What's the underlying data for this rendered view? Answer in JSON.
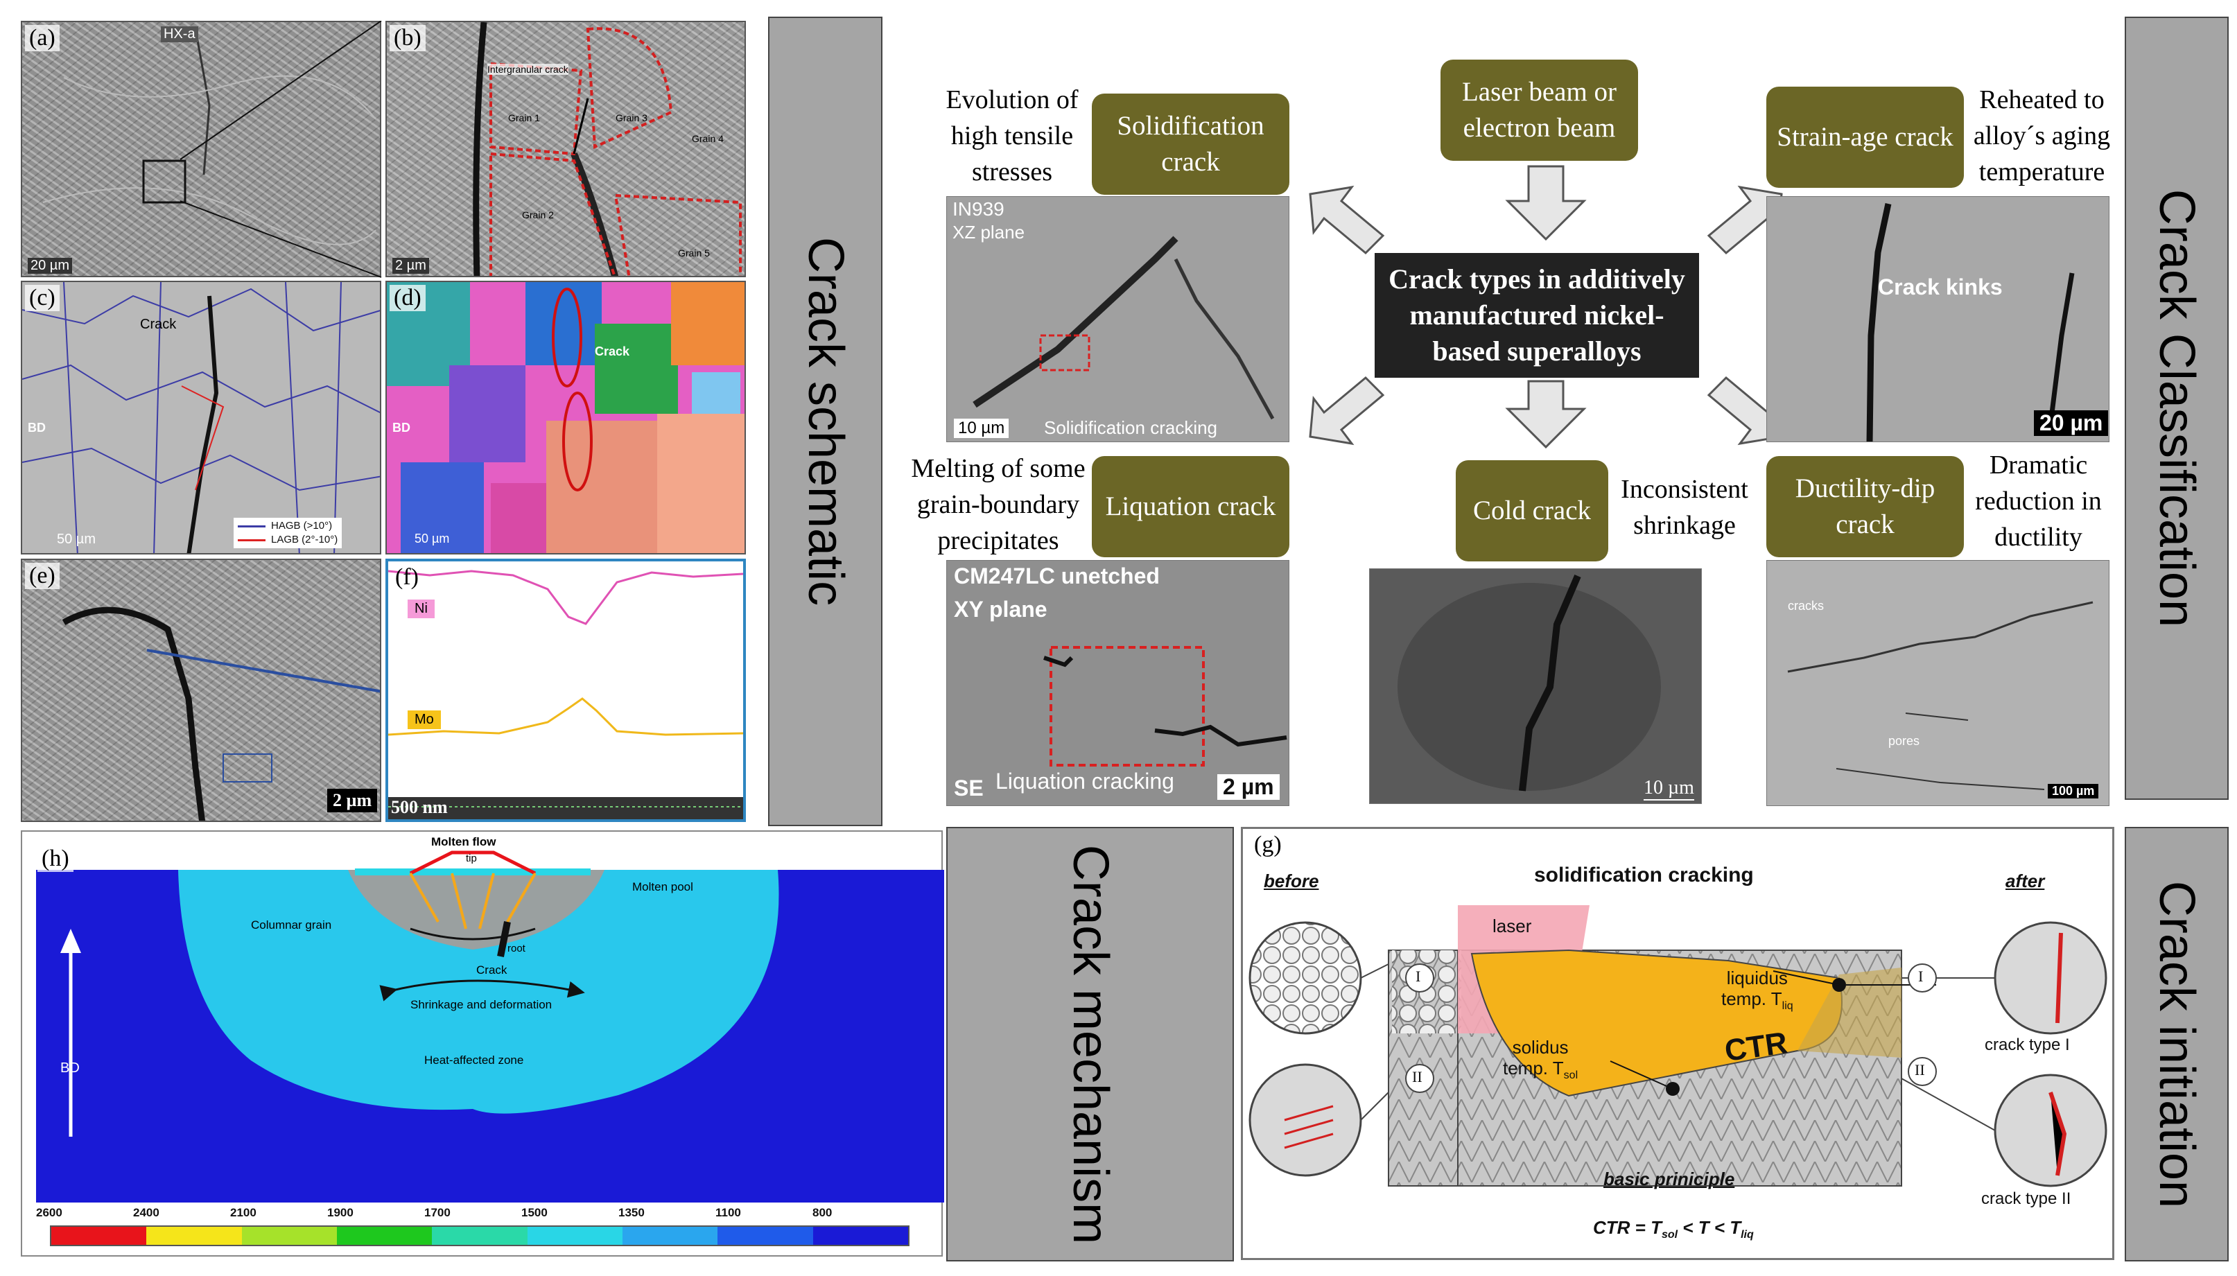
{
  "sidebars": {
    "crack_schematic": "Crack schematic",
    "crack_classification": "Crack Classification",
    "crack_mechanism": "Crack mechanism",
    "crack_initiation": "Crack initiation"
  },
  "panel_a": {
    "label": "(a)",
    "tag": "HX-a",
    "scale": "20 µm"
  },
  "panel_b": {
    "label": "(b)",
    "scale": "2 µm",
    "intergranular": "Intergranular crack",
    "grains": [
      "Grain 1",
      "Grain 2",
      "Grain 3",
      "Grain 4",
      "Grain 5"
    ]
  },
  "panel_c": {
    "label": "(c)",
    "crack": "Crack",
    "bd": "BD",
    "scale": "50 µm",
    "legend": [
      "HAGB (>10°)",
      "LAGB (2°-10°)"
    ]
  },
  "panel_d": {
    "label": "(d)",
    "crack": "Crack",
    "bd": "BD",
    "scale": "50 µm"
  },
  "panel_e": {
    "label": "(e)",
    "scale": "2 µm"
  },
  "panel_f": {
    "label": "(f)",
    "ni": "Ni",
    "mo": "Mo",
    "scale": "500 nm"
  },
  "center": {
    "laser": "Laser beam or electron beam",
    "core": "Crack types in additively manufactured nickel-based superalloys",
    "solidification": "Solidification crack",
    "solidification_note": "Evolution of high tensile stresses",
    "strainage": "Strain-age crack",
    "strainage_note": "Reheated to alloy´s aging temperature",
    "liquation": "Liquation crack",
    "liquation_note": "Melting of some grain-boundary precipitates",
    "cold": "Cold crack",
    "cold_note": "Inconsistent shrinkage",
    "ductility": "Ductility-dip crack",
    "ductility_note": "Dramatic reduction in ductility"
  },
  "img_solid": {
    "t1": "IN939",
    "t2": "XZ plane",
    "scale": "10 µm",
    "caption": "Solidification cracking"
  },
  "img_strain": {
    "kinks": "Crack kinks",
    "scale": "20 µm"
  },
  "img_liquation": {
    "t1": "CM247LC unetched",
    "t2": "XY plane",
    "se": "SE",
    "caption": "Liquation cracking",
    "scale": "2 µm"
  },
  "img_cold": {
    "scale": "10 µm"
  },
  "img_ductility": {
    "cracks": "cracks",
    "pores": "pores",
    "scale": "100 µm"
  },
  "panel_h": {
    "label": "(h)",
    "molten_flow": "Molten flow",
    "tip": "tip",
    "molten_pool": "Molten pool",
    "columnar": "Columnar grain",
    "root": "root",
    "crack": "Crack",
    "shrinkage": "Shrinkage and deformation",
    "haz": "Heat-affected zone",
    "bd": "BD",
    "ticks": [
      "2600",
      "2400",
      "2100",
      "1900",
      "1700",
      "1500",
      "1350",
      "1100",
      "800"
    ],
    "colors": [
      "#e8141b",
      "#f5e51a",
      "#a6e22a",
      "#1ec81e",
      "#2ad9a8",
      "#29d6e6",
      "#2aa6ee",
      "#1f5bea",
      "#1a1ad6"
    ]
  },
  "panel_g": {
    "label": "(g)",
    "title": "solidification cracking",
    "before": "before",
    "after": "after",
    "laser": "laser",
    "liquidus": "liquidus",
    "liquidus_t": "temp. T",
    "liq_sub": "liq",
    "solidus": "solidus",
    "solidus_t": "temp. T",
    "sol_sub": "sol",
    "ctr": "CTR",
    "roman1": "I",
    "roman2": "II",
    "type1": "crack type I",
    "type2": "crack type II",
    "basic": "basic priniciple",
    "formula_a": "CTR = T",
    "formula_b": "sol",
    "formula_c": " < T < T",
    "formula_d": "liq"
  }
}
